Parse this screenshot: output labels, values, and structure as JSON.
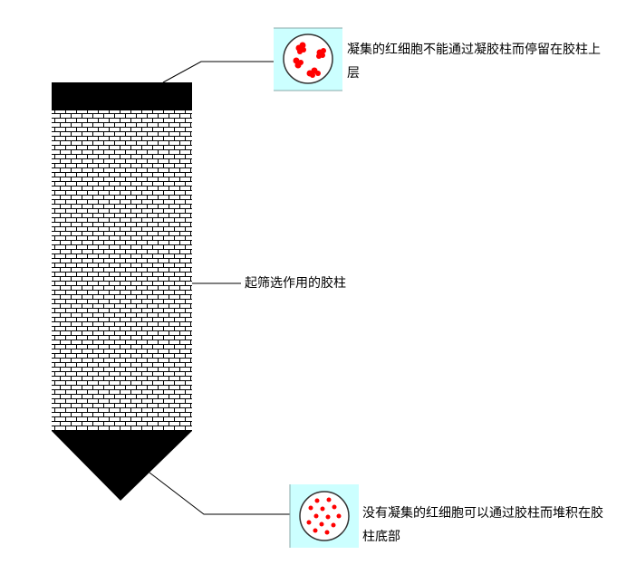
{
  "labels": {
    "top": "凝集的红细胞不能通过凝胶柱而停留在胶柱上层",
    "middle": "起筛选作用的胶柱",
    "bottom": "没有凝集的红细胞可以通过胶柱而堆积在胶柱底部"
  },
  "colors": {
    "cell": "#ff0000",
    "callout_bg": "#ccffff"
  }
}
